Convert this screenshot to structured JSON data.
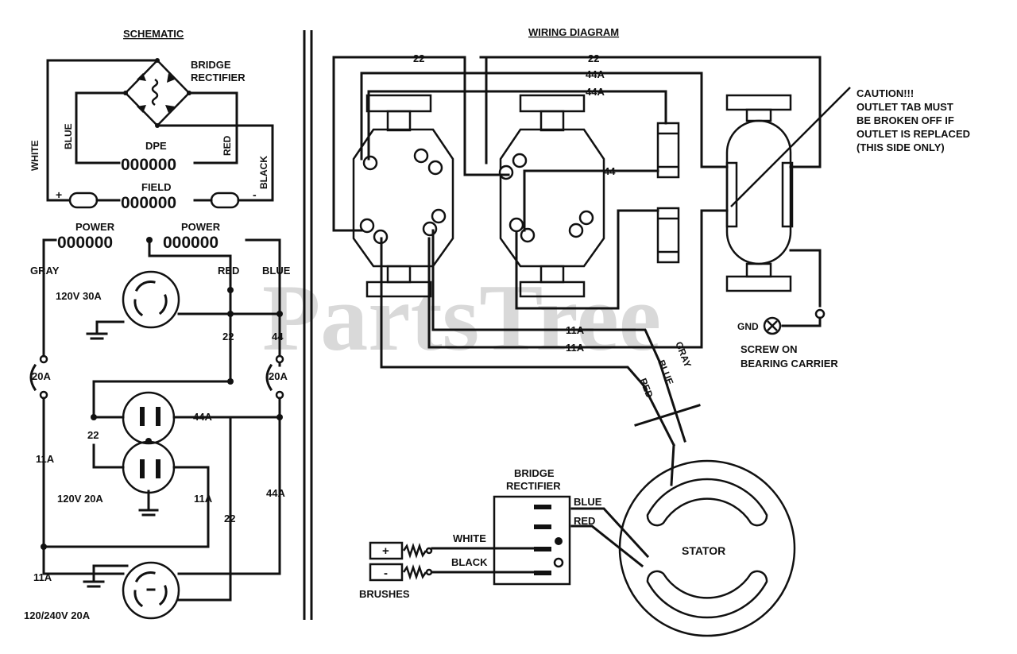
{
  "watermark": "PartsTree",
  "schematic": {
    "title": "SCHEMATIC",
    "bridge_rectifier": "BRIDGE RECTIFIER",
    "blue": "BLUE",
    "white": "WHITE",
    "dpe": "DPE",
    "dpe_coil": "000000",
    "red": "RED",
    "black": "BLACK",
    "field": "FIELD",
    "field_coil": "000000",
    "plus": "+",
    "minus": "-",
    "power_left": "POWER",
    "power_right": "POWER",
    "power_coil": "000000",
    "gray": "GRAY",
    "red2": "RED",
    "blue2": "BLUE",
    "outlet_30a": "120V 30A",
    "w22_a": "22",
    "w44_a": "44",
    "breaker_left": "20A",
    "breaker_right": "20A",
    "w44a_h": "44A",
    "w22_b": "22",
    "w11a_left": "11A",
    "outlet_20a": "120V 20A",
    "w11a_right": "11A",
    "w44a_v": "44A",
    "w22_c": "22",
    "w11a_bottom": "11A",
    "outlet_240v": "120/240V 20A"
  },
  "wiring": {
    "title": "WIRING DIAGRAM",
    "w22_a": "22",
    "w22_b": "22",
    "w44a_a": "44A",
    "w44a_b": "44A",
    "w44": "44",
    "w11a_a": "11A",
    "w11a_b": "11A",
    "caution": [
      "CAUTION!!!",
      "OUTLET TAB MUST",
      "BE BROKEN OFF IF",
      "OUTLET IS REPLACED",
      "(THIS SIDE ONLY)"
    ],
    "gnd": "GND",
    "screw_on": [
      "SCREW ON",
      "BEARING CARRIER"
    ],
    "lead_red": "RED",
    "lead_blue": "BLUE",
    "lead_gray": "GRAY",
    "stator": "STATOR",
    "bridge_rectifier": [
      "BRIDGE",
      "RECTIFIER"
    ],
    "blue": "BLUE",
    "red": "RED",
    "white": "WHITE",
    "black": "BLACK",
    "plus": "+",
    "minus": "-",
    "brushes": "BRUSHES"
  }
}
